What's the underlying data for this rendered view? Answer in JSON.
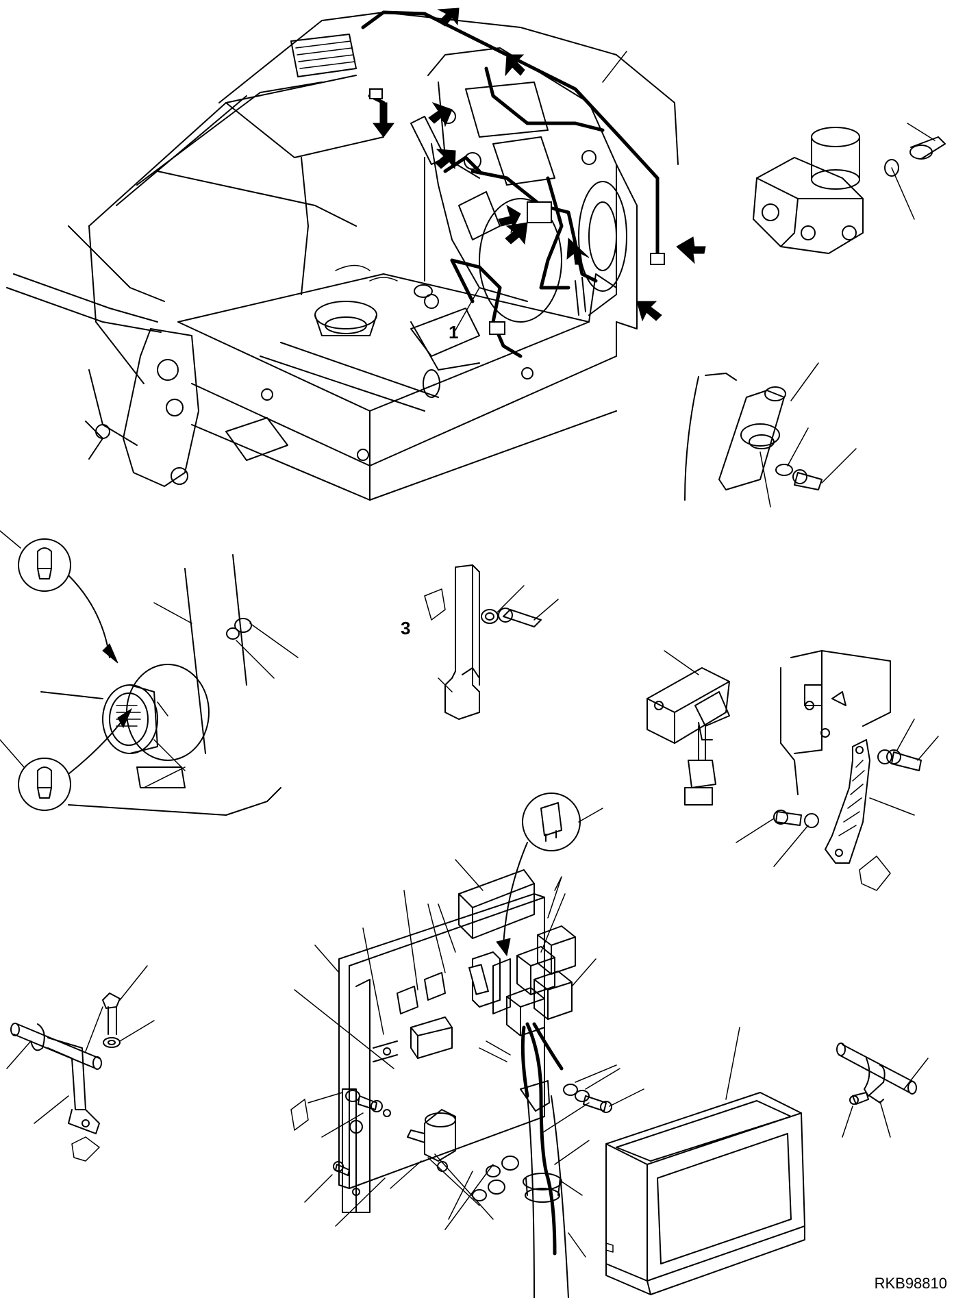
{
  "callouts": {
    "item_1": "1",
    "item_3": "3"
  },
  "reference_code": "RKB98810"
}
